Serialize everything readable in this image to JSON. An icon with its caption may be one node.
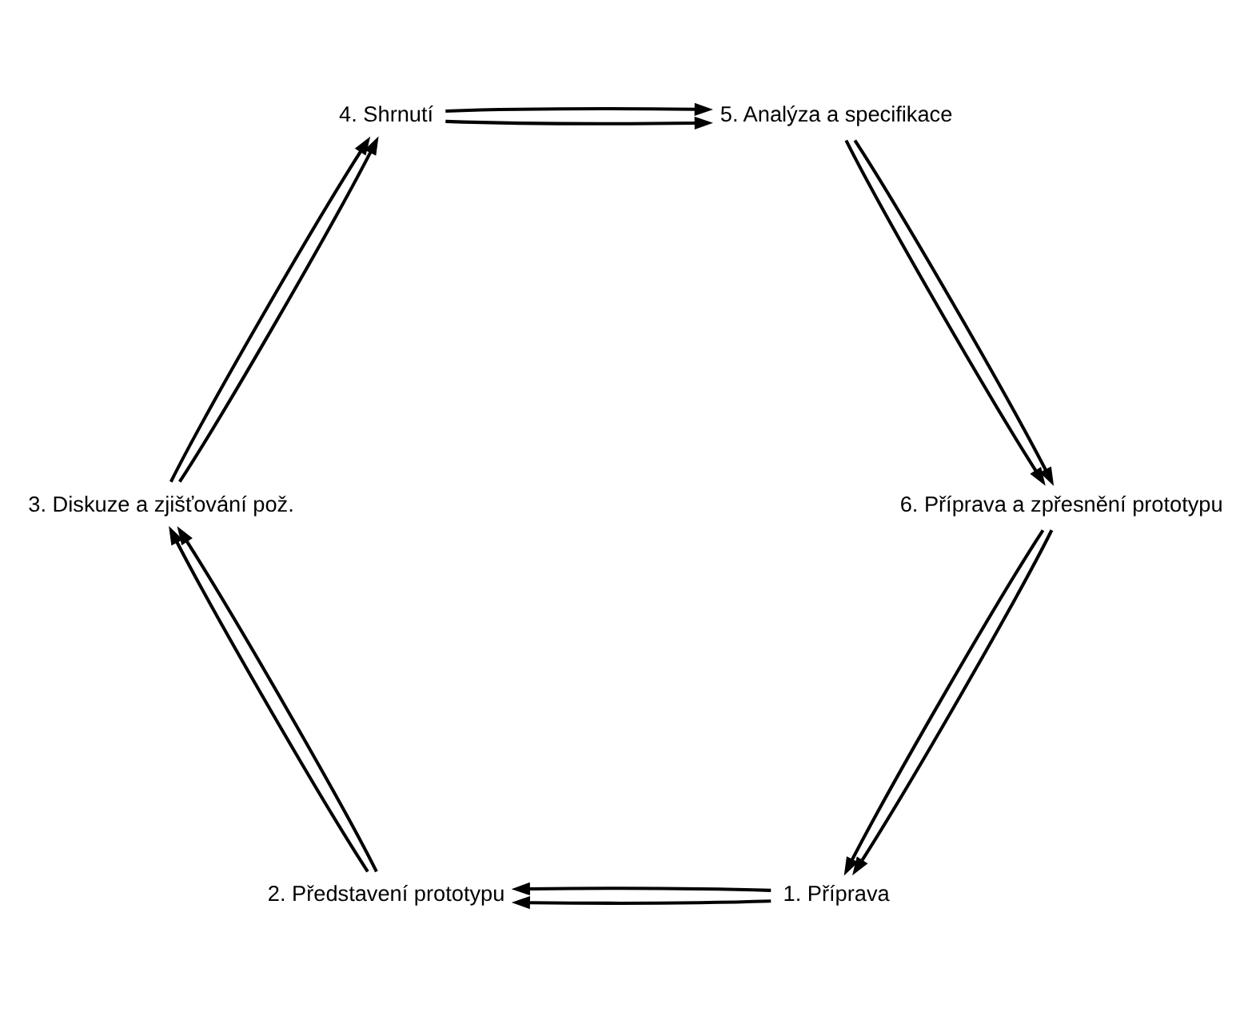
{
  "diagram": {
    "nodes": [
      {
        "text": [
          "1. Příprava"
        ]
      },
      {
        "text": [
          "2. Představení prototypu"
        ]
      },
      {
        "text": [
          "3. Diskuze a zjišťování pož."
        ]
      },
      {
        "text": [
          "4. Shrnutí"
        ]
      },
      {
        "text": [
          "5. Analýza a specifikace"
        ]
      },
      {
        "text": [
          "6. Příprava a zpřesnění prototypu"
        ]
      }
    ],
    "edges": [
      {
        "from": 0,
        "to": 1,
        "arrow": "to"
      },
      {
        "from": 1,
        "to": 2,
        "arrow": "to"
      },
      {
        "from": 2,
        "to": 3,
        "arrow": "to"
      },
      {
        "from": 3,
        "to": 4,
        "arrow": "to"
      },
      {
        "from": 4,
        "to": 5,
        "arrow": "to"
      },
      {
        "from": 5,
        "to": 0,
        "arrow": "to"
      },
      {
        "from": 0,
        "to": 1,
        "arrow": "to"
      },
      {
        "from": 1,
        "to": 2,
        "arrow": "to"
      },
      {
        "from": 2,
        "to": 3,
        "arrow": "to"
      },
      {
        "from": 3,
        "to": 4,
        "arrow": "to"
      },
      {
        "from": 4,
        "to": 5,
        "arrow": "to"
      },
      {
        "from": 5,
        "to": 0,
        "arrow": "to"
      }
    ]
  }
}
